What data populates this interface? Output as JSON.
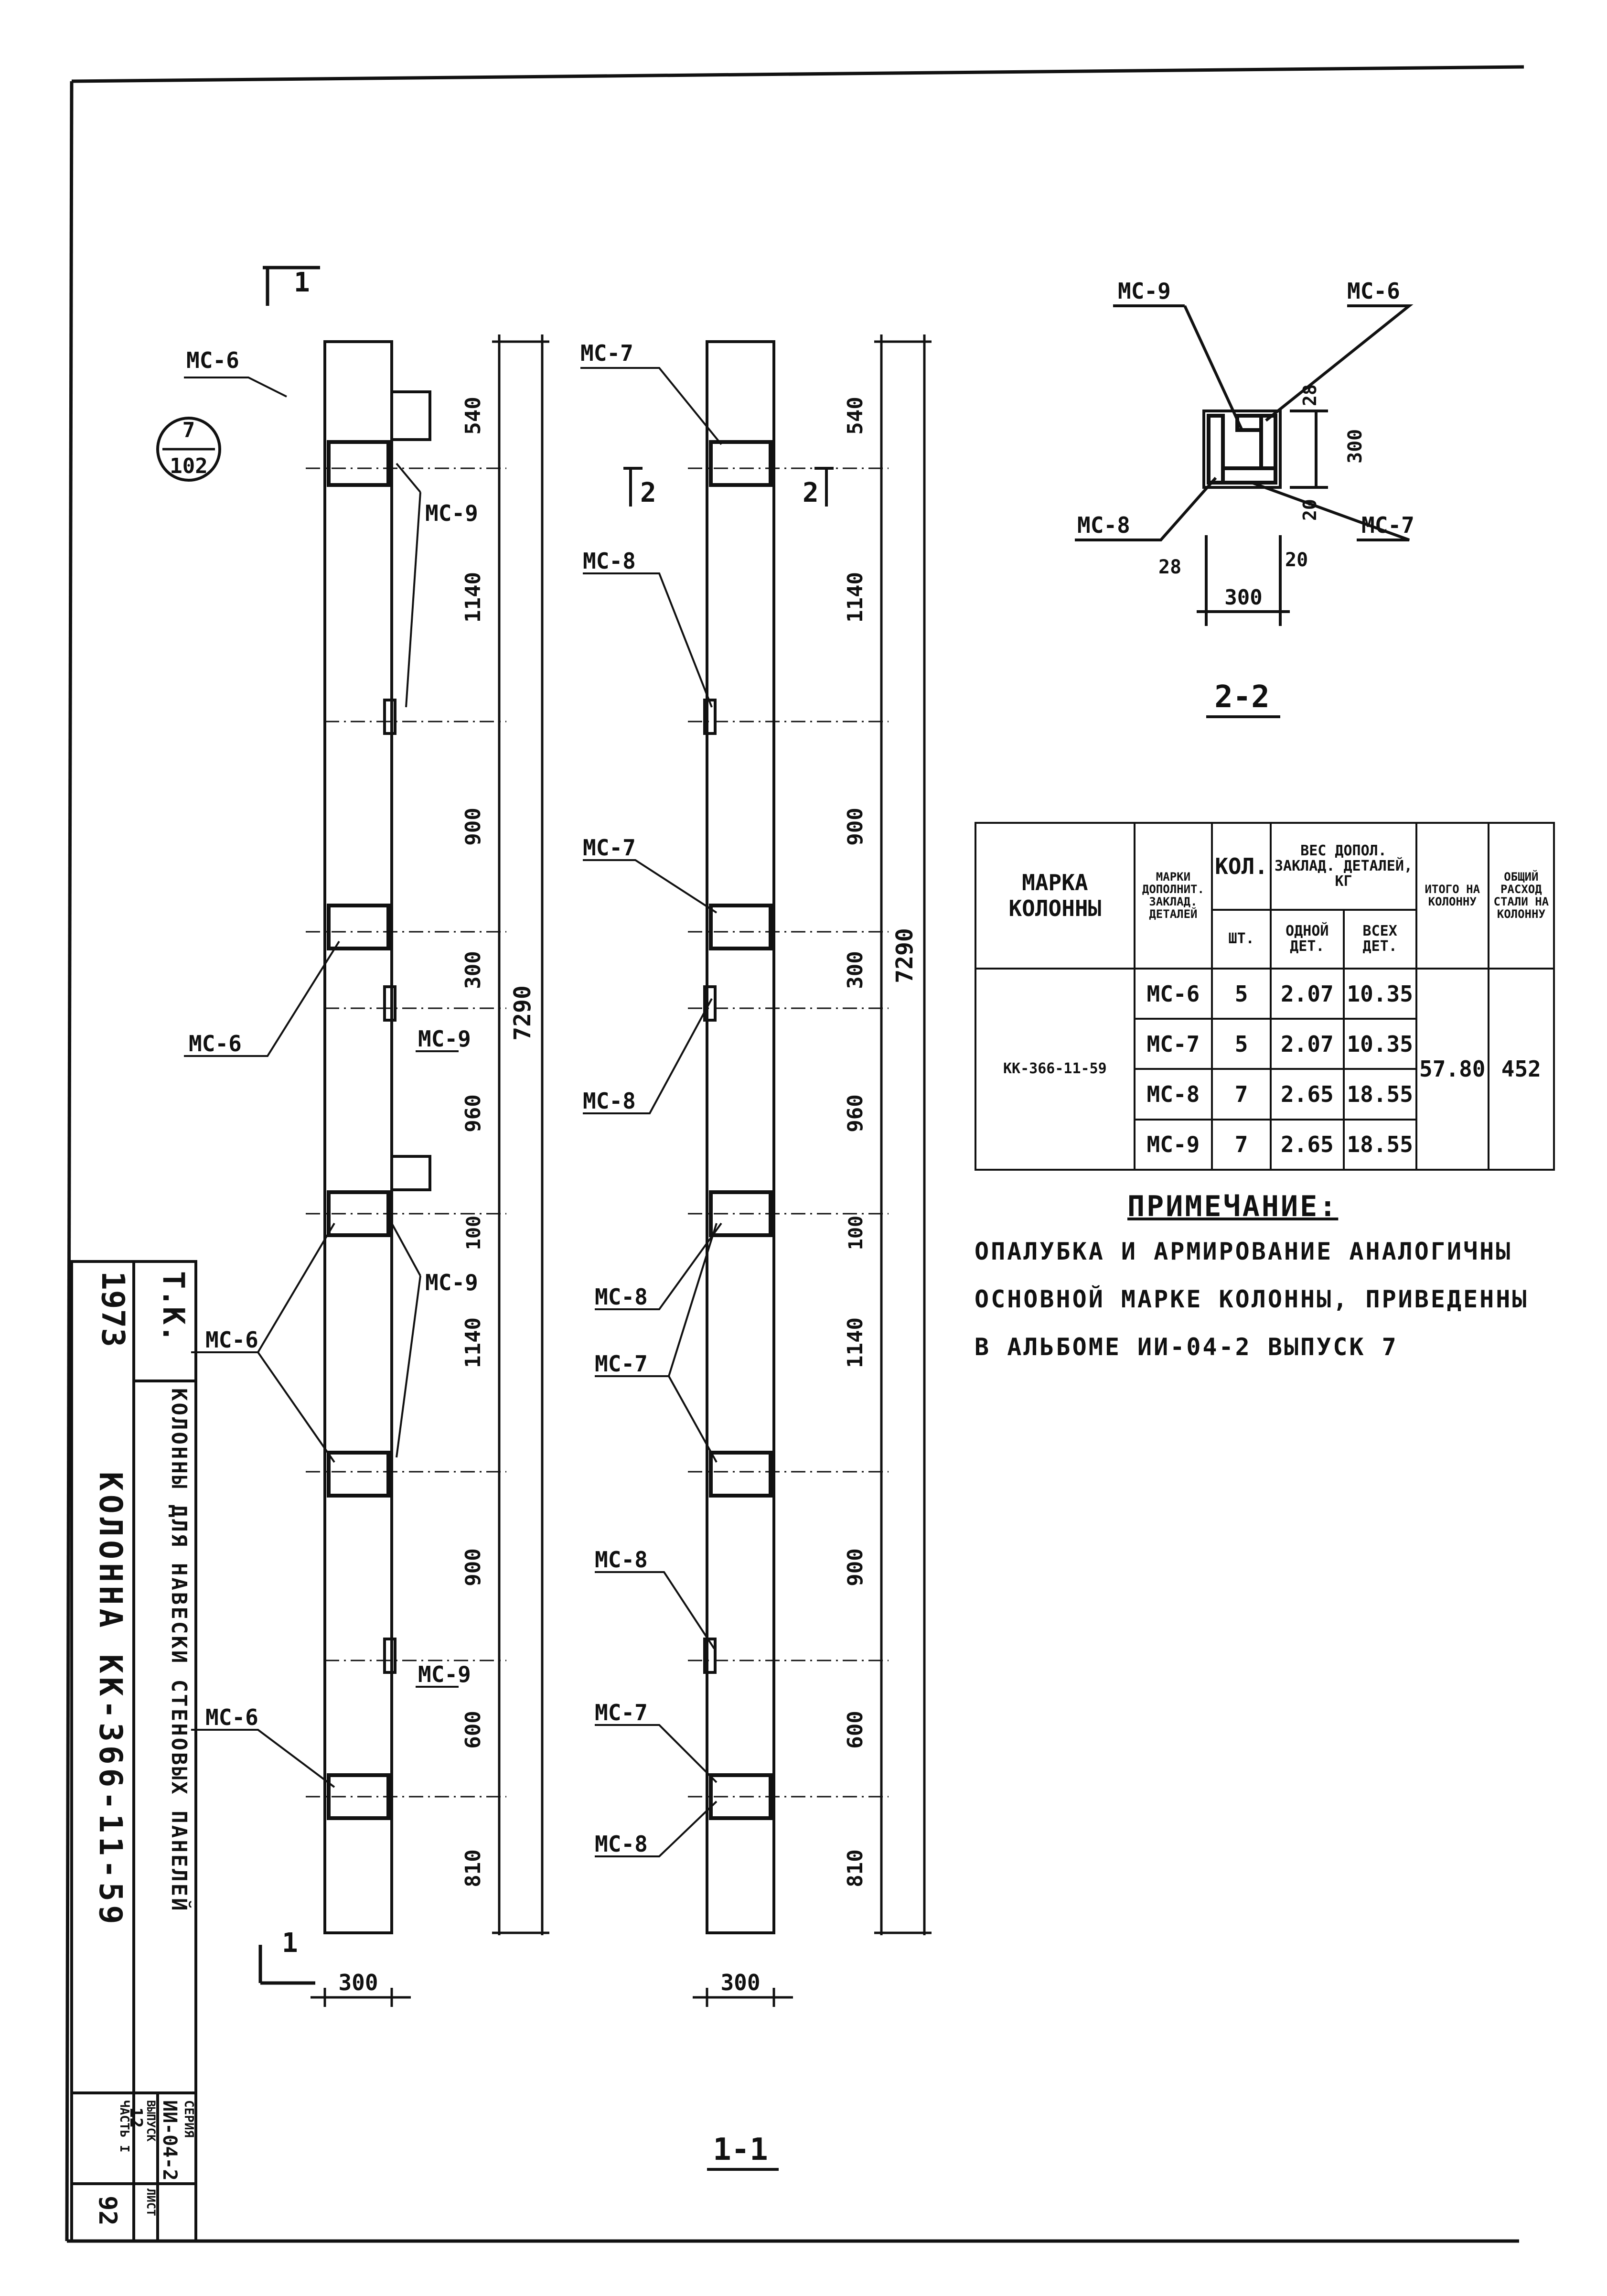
{
  "stamp": {
    "top": "7",
    "bottom": "102"
  },
  "column_marks": {
    "mc6": "МС-6",
    "mc7": "МС-7",
    "mc8": "МС-8",
    "mc9": "МС-9"
  },
  "left_dims": [
    "540",
    "1140",
    "900",
    "300",
    "960",
    "100",
    "1140",
    "900",
    "600",
    "810"
  ],
  "total_height": "7290",
  "width_300": "300",
  "section_1_1": "1-1",
  "section_2_2": "2-2",
  "cut_mark_1": "1",
  "cut_mark_2": "2",
  "section_dims": {
    "d28": "28",
    "d300": "300",
    "d20": "20"
  },
  "table": {
    "h_mark": "МАРКА КОЛОННЫ",
    "h_parts": "МАРКИ ДОПОЛНИТ. ЗАКЛАД. ДЕТАЛЕЙ",
    "h_qty": "КОЛ.",
    "h_qty_unit": "ШТ.",
    "h_weight": "ВЕС ДОПОЛ. ЗАКЛАД. ДЕТАЛЕЙ, КГ",
    "h_one": "ОДНОЙ ДЕТ.",
    "h_all": "ВСЕХ ДЕТ.",
    "h_total": "ИТОГО НА КОЛОННУ",
    "h_steel": "ОБЩИЙ РАСХОД СТАЛИ НА КОЛОННУ",
    "column_mark": "КК-366-11-59",
    "total": "57.80",
    "steel": "452",
    "rows": [
      {
        "part": "МС-6",
        "qty": "5",
        "one": "2.07",
        "all": "10.35"
      },
      {
        "part": "МС-7",
        "qty": "5",
        "one": "2.07",
        "all": "10.35"
      },
      {
        "part": "МС-8",
        "qty": "7",
        "one": "2.65",
        "all": "18.55"
      },
      {
        "part": "МС-9",
        "qty": "7",
        "one": "2.65",
        "all": "18.55"
      }
    ]
  },
  "note": {
    "title": "ПРИМЕЧАНИЕ:",
    "line1": "ОПАЛУБКА И АРМИРОВАНИЕ АНАЛОГИЧНЫ",
    "line2": "ОСНОВНОЙ МАРКЕ КОЛОННЫ, ПРИВЕДЕННЫ",
    "line3": "В АЛЬБОМЕ ИИ-04-2 ВЫПУСК 7"
  },
  "title_block": {
    "year": "1973",
    "tk": "Т.К.",
    "title": "КОЛОННЫ ДЛЯ НАВЕСКИ СТЕНОВЫХ ПАНЕЛЕЙ",
    "subtitle": "КОЛОННА КК-366-11-59",
    "series_label": "СЕРИЯ",
    "series": "ИИ-04-2",
    "issue_label": "ВЫПУСК",
    "issue": "12",
    "part": "ЧАСТЬ I",
    "sheet_label": "ЛИСТ",
    "sheet": "92"
  }
}
